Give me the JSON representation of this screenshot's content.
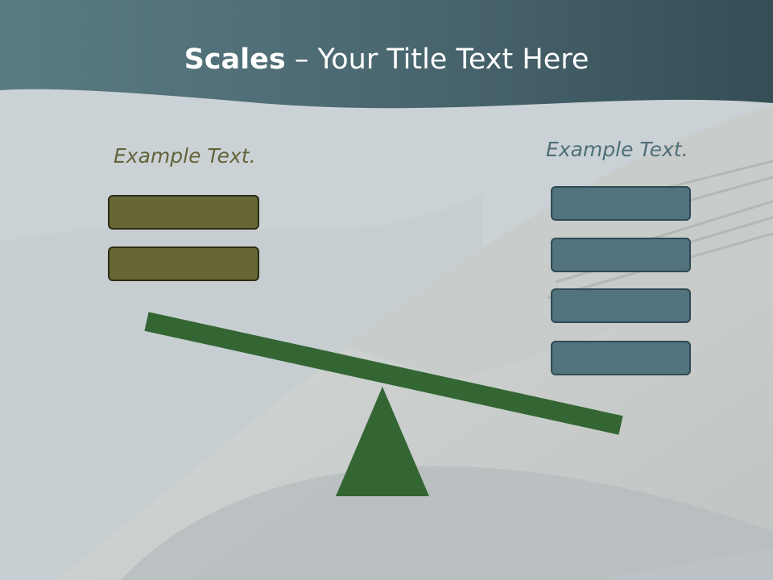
{
  "slide": {
    "title_bold": "Scales",
    "title_rest": " – Your Title Text Here"
  },
  "left_group": {
    "label": "Example Text.",
    "box_count": 2,
    "box_color": "#676735"
  },
  "right_group": {
    "label": "Example Text.",
    "box_count": 4,
    "box_color": "#52737e"
  },
  "colors": {
    "header": "#46626b",
    "scale_green": "#336633",
    "background": "#c9d0d3"
  }
}
